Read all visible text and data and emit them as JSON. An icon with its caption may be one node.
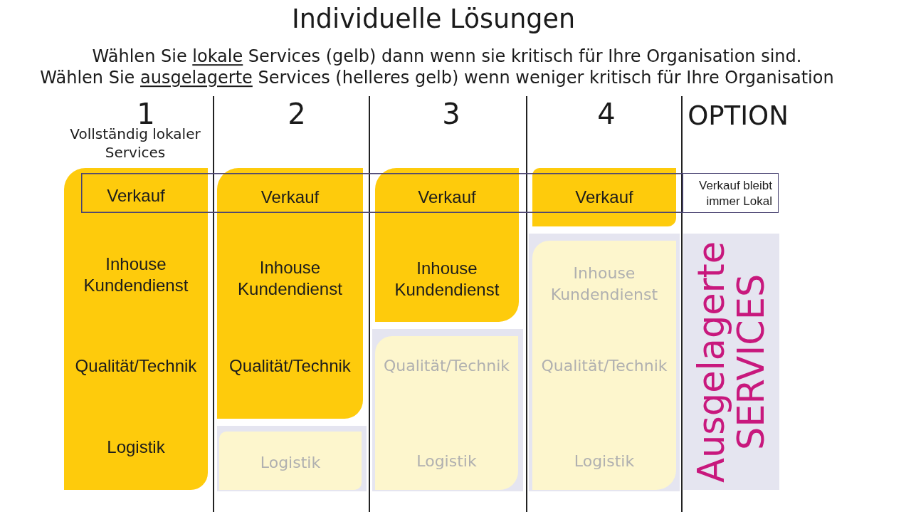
{
  "diagram": {
    "title": "Individuelle Lösungen",
    "nodes": [
      {
        "text": [
          "Verkauf",
          "Inhouse Kundendienst",
          "Qualität/Technik",
          "Logistik"
        ]
      },
      {
        "text": [
          "Verkauf",
          "Inhouse Kundendienst",
          "Qualität/Technik"
        ]
      },
      {
        "text": [],
        "shape": "box"
      },
      {
        "text": [
          "Logistik"
        ],
        "in": 2
      },
      {
        "text": [
          "Verkauf",
          "Inhouse Kundendienst"
        ]
      },
      {
        "text": [],
        "shape": "box"
      },
      {
        "text": [
          "Qualität/Technik",
          "Logistik"
        ],
        "in": 5
      },
      {
        "text": [
          "Verkauf"
        ]
      },
      {
        "text": [],
        "shape": "box"
      },
      {
        "text": [
          "Inhouse Kundendienst",
          "Qualität/Technik",
          "Logistik"
        ],
        "in": 8
      },
      {
        "text": [
          "Ausgelagerte SERVICES"
        ]
      },
      {
        "text": [
          "Verkauf bleibt immer Lokal"
        ]
      }
    ],
    "labels": [
      "Wählen Sie *lokale* Services (gelb) dann wenn sie kritisch für Ihre Organisation sind.",
      "Wählen Sie *ausgelagerte* Services (helleres gelb) wenn weniger kritisch für Ihre Organisation",
      "1",
      "2",
      "3",
      "4",
      "OPTION",
      "Vollständig lokaler Services"
    ]
  }
}
